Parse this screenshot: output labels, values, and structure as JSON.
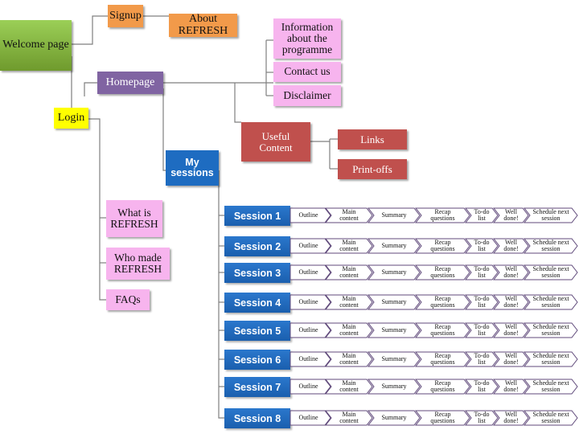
{
  "nodes": {
    "welcome": "Welcome page",
    "signup": "Signup",
    "about": "About\nREFRESH",
    "login": "Login",
    "homepage": "Homepage",
    "information": "Information\nabout the\nprogramme",
    "contact": "Contact us",
    "disclaimer": "Disclaimer",
    "useful": "Useful\nContent",
    "links": "Links",
    "printoffs": "Print-offs",
    "my_sessions": "My\nsessions",
    "what_is": "What is\nREFRESH",
    "who_made": "Who made\nREFRESH",
    "faqs": "FAQs"
  },
  "sessions": [
    "Session 1",
    "Session 2",
    "Session 3",
    "Session 4",
    "Session 5",
    "Session 6",
    "Session 7",
    "Session 8"
  ],
  "steps": [
    "Outline",
    "Main\ncontent",
    "Summary",
    "Recap\nquestions",
    "To-do\nlist",
    "Well\ndone!",
    "Schedule next\nsession"
  ],
  "colors": {
    "connector": "#7f7f7f",
    "chevron_stroke": "#604a7b"
  }
}
